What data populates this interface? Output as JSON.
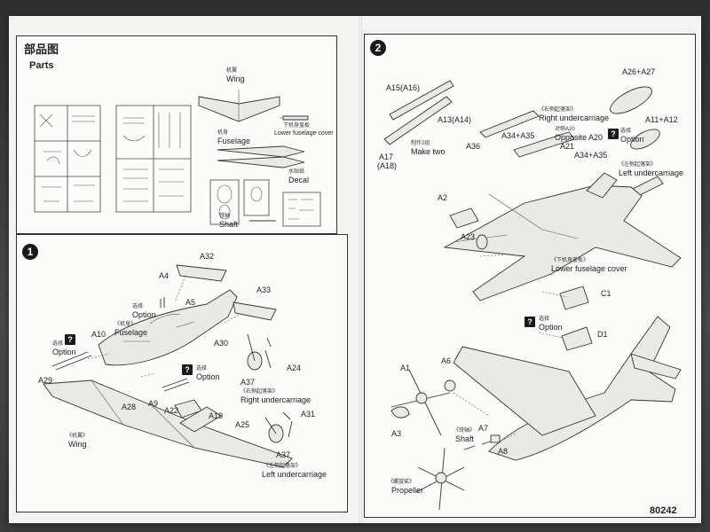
{
  "parts_panel": {
    "title_cn": "部品图",
    "title_en": "Parts",
    "wing_cn": "机翼",
    "wing_en": "Wing",
    "fuselage_cn": "机身",
    "fuselage_en": "Fuselage",
    "lower_cover_cn": "下机身盖板",
    "lower_cover_en": "Lower fuselage cover",
    "decal_cn": "水贴纸",
    "decal_en": "Decal",
    "shaft_cn": "铁轴",
    "shaft_en": "Shaft"
  },
  "step1": {
    "number": "1",
    "labels": {
      "a32": "A32",
      "a4": "A4",
      "a5": "A5",
      "a33": "A33",
      "a10": "A10",
      "a30": "A30",
      "a24": "A24",
      "a37a": "A37",
      "a29": "A29",
      "a9": "A9",
      "a22": "A22",
      "a28": "A28",
      "a19": "A19",
      "a25": "A25",
      "a31": "A31",
      "a37b": "A37"
    },
    "option_cn": "选择",
    "option_en": "Option",
    "fuselage_cn": "《机身》",
    "fuselage_en": "Fuselage",
    "wing_cn": "《机翼》",
    "wing_en": "Wing",
    "right_uc_cn": "《右侧起落架》",
    "right_uc_en": "Right undercarriage",
    "left_uc_cn": "《左侧起落架》",
    "left_uc_en": "Left undercarriage",
    "q": "?"
  },
  "step2": {
    "number": "2",
    "labels": {
      "a15": "A15(A16)",
      "a13": "A13(A14)",
      "a17": "A17",
      "a18": "(A18)",
      "a26": "A26+A27",
      "a11": "A11+A12",
      "a36": "A36",
      "a34a": "A34+A35",
      "a21": "A21",
      "a34b": "A34+A35",
      "a2": "A2",
      "a23": "A23",
      "c1": "C1",
      "d1": "D1",
      "a1": "A1",
      "a6": "A6",
      "a3": "A3",
      "a7": "A7",
      "a8": "A8"
    },
    "make_two_cn": "制作2组",
    "make_two_en": "Make two",
    "right_uc_cn": "《右侧起落架》",
    "right_uc_en": "Right undercarriage",
    "opposite_cn": "对侧A20",
    "opposite_en": "Opposite A20",
    "left_uc_cn": "《左侧起落架》",
    "left_uc_en": "Left undercarriage",
    "lower_cover_cn": "《下机身盖板》",
    "lower_cover_en": "Lower fuselage cover",
    "option_cn": "选择",
    "option_en": "Option",
    "shaft_cn": "《铁轴》",
    "shaft_en": "Shaft",
    "propeller_cn": "《螺旋桨》",
    "propeller_en": "Propeller",
    "q": "?"
  },
  "page_code": "80242"
}
